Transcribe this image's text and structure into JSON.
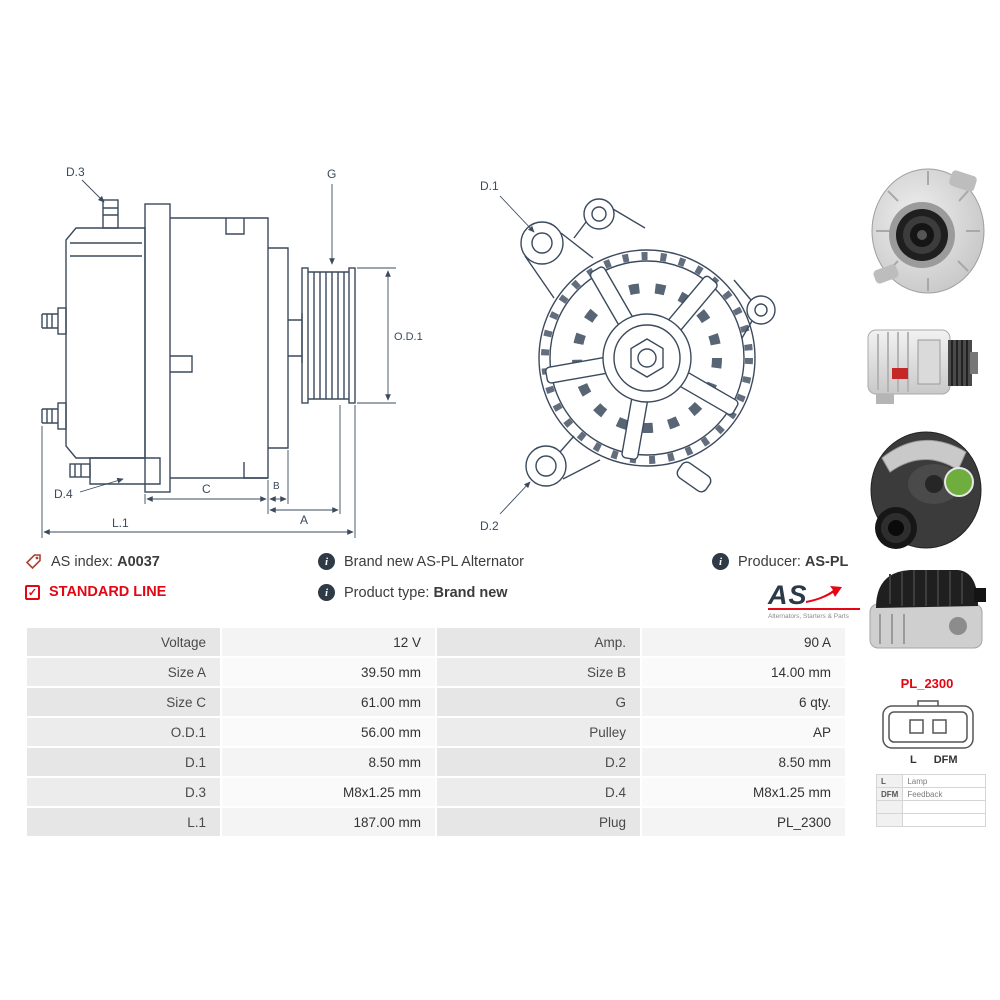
{
  "icons": {
    "info_glyph": "i",
    "check_glyph": "✓"
  },
  "colors": {
    "accent_red": "#e30613",
    "drawing_line": "#3b4a5c"
  },
  "header": {
    "as_index": {
      "label": "AS index:",
      "value": "A0037"
    },
    "standard_line": "STANDARD LINE",
    "brand_new": "Brand new AS-PL Alternator",
    "product_type": {
      "label": "Product type:",
      "value": "Brand new"
    },
    "producer": {
      "label": "Producer:",
      "value": "AS-PL"
    },
    "logo": {
      "text": "AS",
      "tagline": "Alternators, Starters & Parts"
    }
  },
  "diagram": {
    "side_view_labels": {
      "d3": "D.3",
      "d4": "D.4",
      "g": "G",
      "od1": "O.D.1",
      "c": "C",
      "b": "B",
      "a": "A",
      "l1": "L.1"
    },
    "front_view_labels": {
      "d1": "D.1",
      "d2": "D.2"
    }
  },
  "spec_table": {
    "rows": [
      {
        "label1": "Voltage",
        "value1": "12 V",
        "label2": "Amp.",
        "value2": "90 A"
      },
      {
        "label1": "Size A",
        "value1": "39.50 mm",
        "label2": "Size B",
        "value2": "14.00 mm"
      },
      {
        "label1": "Size C",
        "value1": "61.00 mm",
        "label2": "G",
        "value2": "6 qty."
      },
      {
        "label1": "O.D.1",
        "value1": "56.00 mm",
        "label2": "Pulley",
        "value2": "AP"
      },
      {
        "label1": "D.1",
        "value1": "8.50 mm",
        "label2": "D.2",
        "value2": "8.50 mm"
      },
      {
        "label1": "D.3",
        "value1": "M8x1.25 mm",
        "label2": "D.4",
        "value2": "M8x1.25 mm"
      },
      {
        "label1": "L.1",
        "value1": "187.00 mm",
        "label2": "Plug",
        "value2": "PL_2300"
      }
    ]
  },
  "plug_panel": {
    "code": "PL_2300",
    "pins": [
      "L",
      "DFM"
    ],
    "legend": [
      {
        "key": "L",
        "desc": "Lamp"
      },
      {
        "key": "DFM",
        "desc": "Feedback"
      },
      {
        "key": "",
        "desc": ""
      },
      {
        "key": "",
        "desc": ""
      }
    ]
  }
}
